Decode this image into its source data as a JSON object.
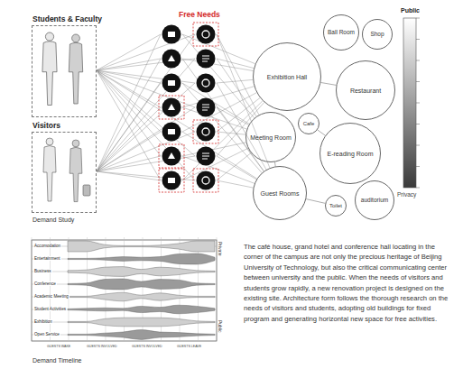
{
  "diagram": {
    "nodes": [
      {
        "text": [
          "Students & Faculty"
        ]
      },
      {
        "text": [
          "Visitors"
        ]
      },
      {
        "text": [
          "Exhibition Hall"
        ]
      },
      {
        "text": [
          "Ball Room"
        ]
      },
      {
        "text": [
          "Shop"
        ]
      },
      {
        "text": [
          "Restaurant"
        ]
      },
      {
        "text": [
          "Cafe"
        ]
      },
      {
        "text": [
          "Meeting Room"
        ]
      },
      {
        "text": [
          "E-reading Room"
        ]
      },
      {
        "text": [
          "Guest Rooms"
        ]
      },
      {
        "text": [
          "Toilet"
        ]
      },
      {
        "text": [
          "auditorium"
        ]
      }
    ],
    "edges": [
      {
        "from": 2,
        "to": 5,
        "arrow": "none"
      },
      {
        "from": 6,
        "to": 8,
        "arrow": "none"
      },
      {
        "from": 7,
        "to": 9,
        "arrow": "none"
      },
      {
        "from": 9,
        "to": 10,
        "arrow": "none"
      }
    ],
    "labels": [
      "Free Needs",
      "Public",
      "Privacy",
      "Demand Study",
      "Accomodation",
      "Entertainment",
      "Business",
      "Conference",
      "Academic Meeting",
      "Student Activities",
      "Exhibition",
      "Open Service",
      "Private",
      "Public",
      "GUESTS WAKE",
      "GUESTS INVOLVED",
      "GUESTS INVOLVED",
      "GUESTS LEAVE",
      "Demand Timeline",
      "The café house, grand hotel and conference hall locating in the corner of the campus are not only the precious heritage of Beijing University of Technology, but also the critical communicating center between university and the public. When the needs of visitors and students grow rapidly, a new renovation project is designed on the existing site. Architecture form follows the thorough research on the needs of visitors and students, adopting old buildings for fixed program and generating horizontal new space for free activities."
    ]
  }
}
